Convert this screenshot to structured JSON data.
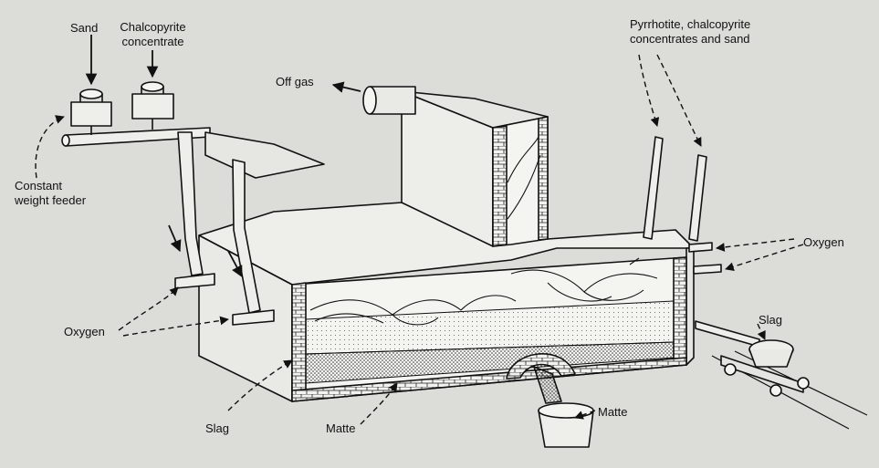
{
  "labels": {
    "sand": "Sand",
    "chalcopyrite_concentrate": "Chalcopyrite\nconcentrate",
    "constant_weight_feeder": "Constant\nweight feeder",
    "off_gas": "Off gas",
    "pyrrhotite_concentrates": "Pyrrhotite, chalcopyrite\nconcentrates and sand",
    "oxygen_left": "Oxygen",
    "oxygen_right": "Oxygen",
    "slag_car": "Slag",
    "slag_furnace": "Slag",
    "matte_furnace": "Matte",
    "matte_ladle": "Matte"
  },
  "colors": {
    "background": "#dcdcd8",
    "ink": "#111111",
    "slag_fill": "#e6e6e2",
    "matte_fill": "#9a9a94"
  }
}
